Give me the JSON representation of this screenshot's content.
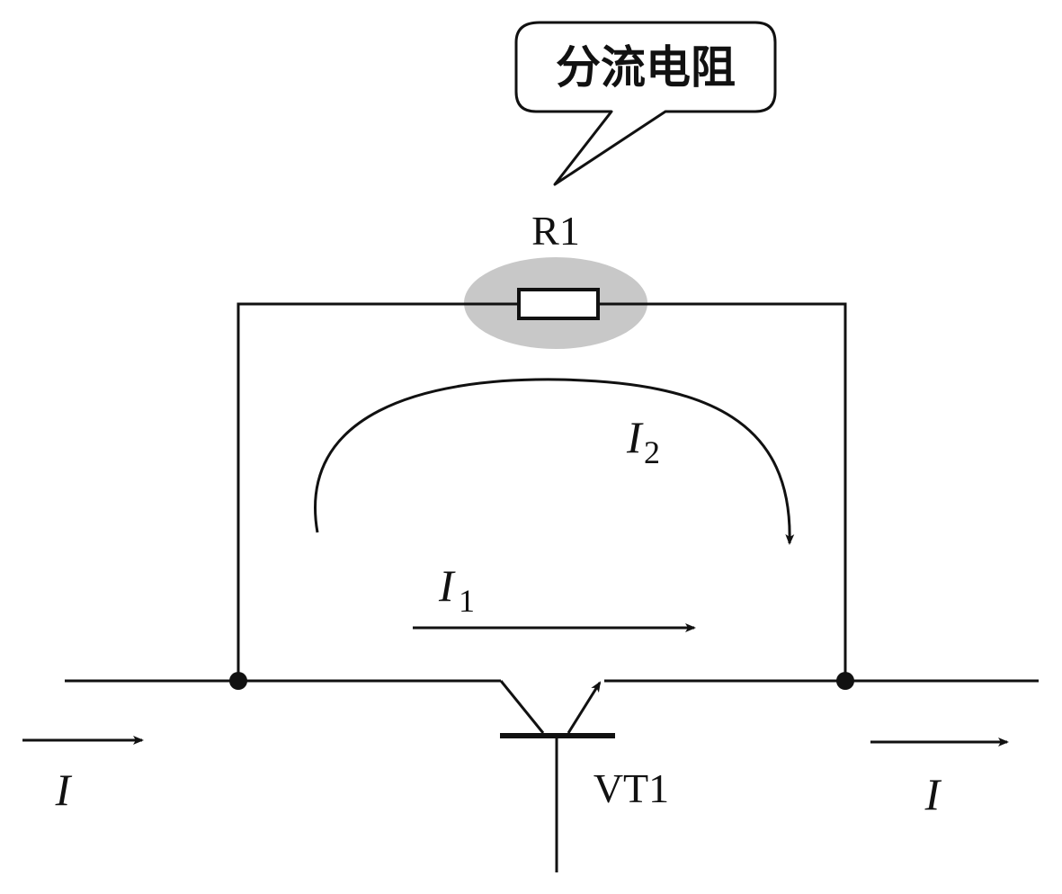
{
  "callout": {
    "text": "分流电阻"
  },
  "labels": {
    "resistor": "R1",
    "transistor": "VT1",
    "current_in": "I",
    "current_out": "I",
    "current_branch1_main": "I",
    "current_branch1_sub": "1",
    "current_branch2_main": "I",
    "current_branch2_sub": "2"
  },
  "colors": {
    "line": "#111111",
    "highlight": "#c8c8c8",
    "background": "#ffffff"
  }
}
